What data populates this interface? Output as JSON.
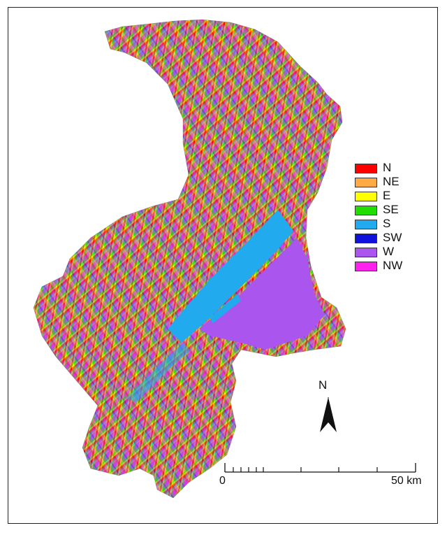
{
  "legend": {
    "items": [
      {
        "label": "N",
        "color": "#ff0000"
      },
      {
        "label": "NE",
        "color": "#ffaa44"
      },
      {
        "label": "E",
        "color": "#ffff00"
      },
      {
        "label": "SE",
        "color": "#22dd00"
      },
      {
        "label": "S",
        "color": "#22aaee"
      },
      {
        "label": "SW",
        "color": "#1111dd"
      },
      {
        "label": "W",
        "color": "#aa55ee"
      },
      {
        "label": "NW",
        "color": "#ff22ee"
      }
    ]
  },
  "north_arrow": {
    "label": "N"
  },
  "scale_bar": {
    "start_label": "0",
    "end_label": "50 km"
  }
}
